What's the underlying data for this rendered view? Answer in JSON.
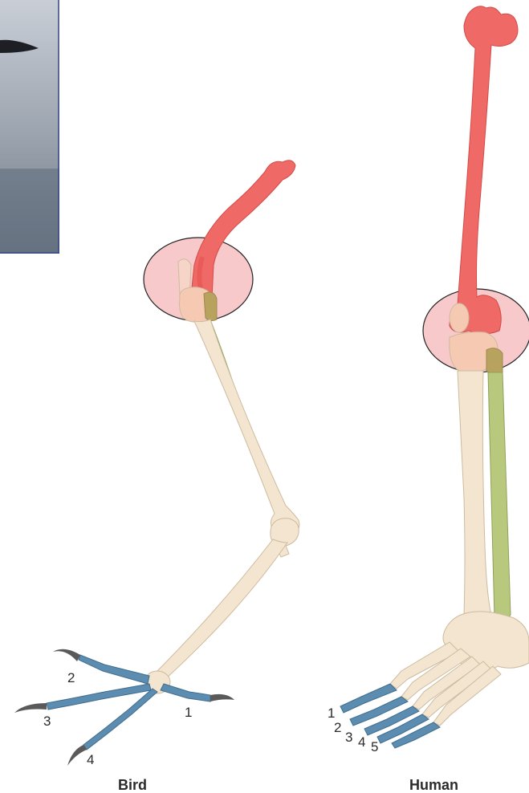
{
  "photo": {
    "description_icon": "bird-photo-thumbnail"
  },
  "colors": {
    "femur": "#ef6a66",
    "femur_dark": "#e2524f",
    "leg_bone": "#f3e5cf",
    "leg_bone_stroke": "#cdbb9f",
    "fibula": "#b8c97e",
    "toe_bone": "#5c8db0",
    "claw": "#5a5a5a",
    "highlight_fill": "#f7c9cb",
    "highlight_stroke": "#222222",
    "kneecap": "#f6c9b3"
  },
  "bird": {
    "label": "Bird",
    "digits": [
      "1",
      "2",
      "3",
      "4"
    ]
  },
  "human": {
    "label": "Human",
    "digits": [
      "1",
      "2",
      "3",
      "4",
      "5"
    ]
  }
}
